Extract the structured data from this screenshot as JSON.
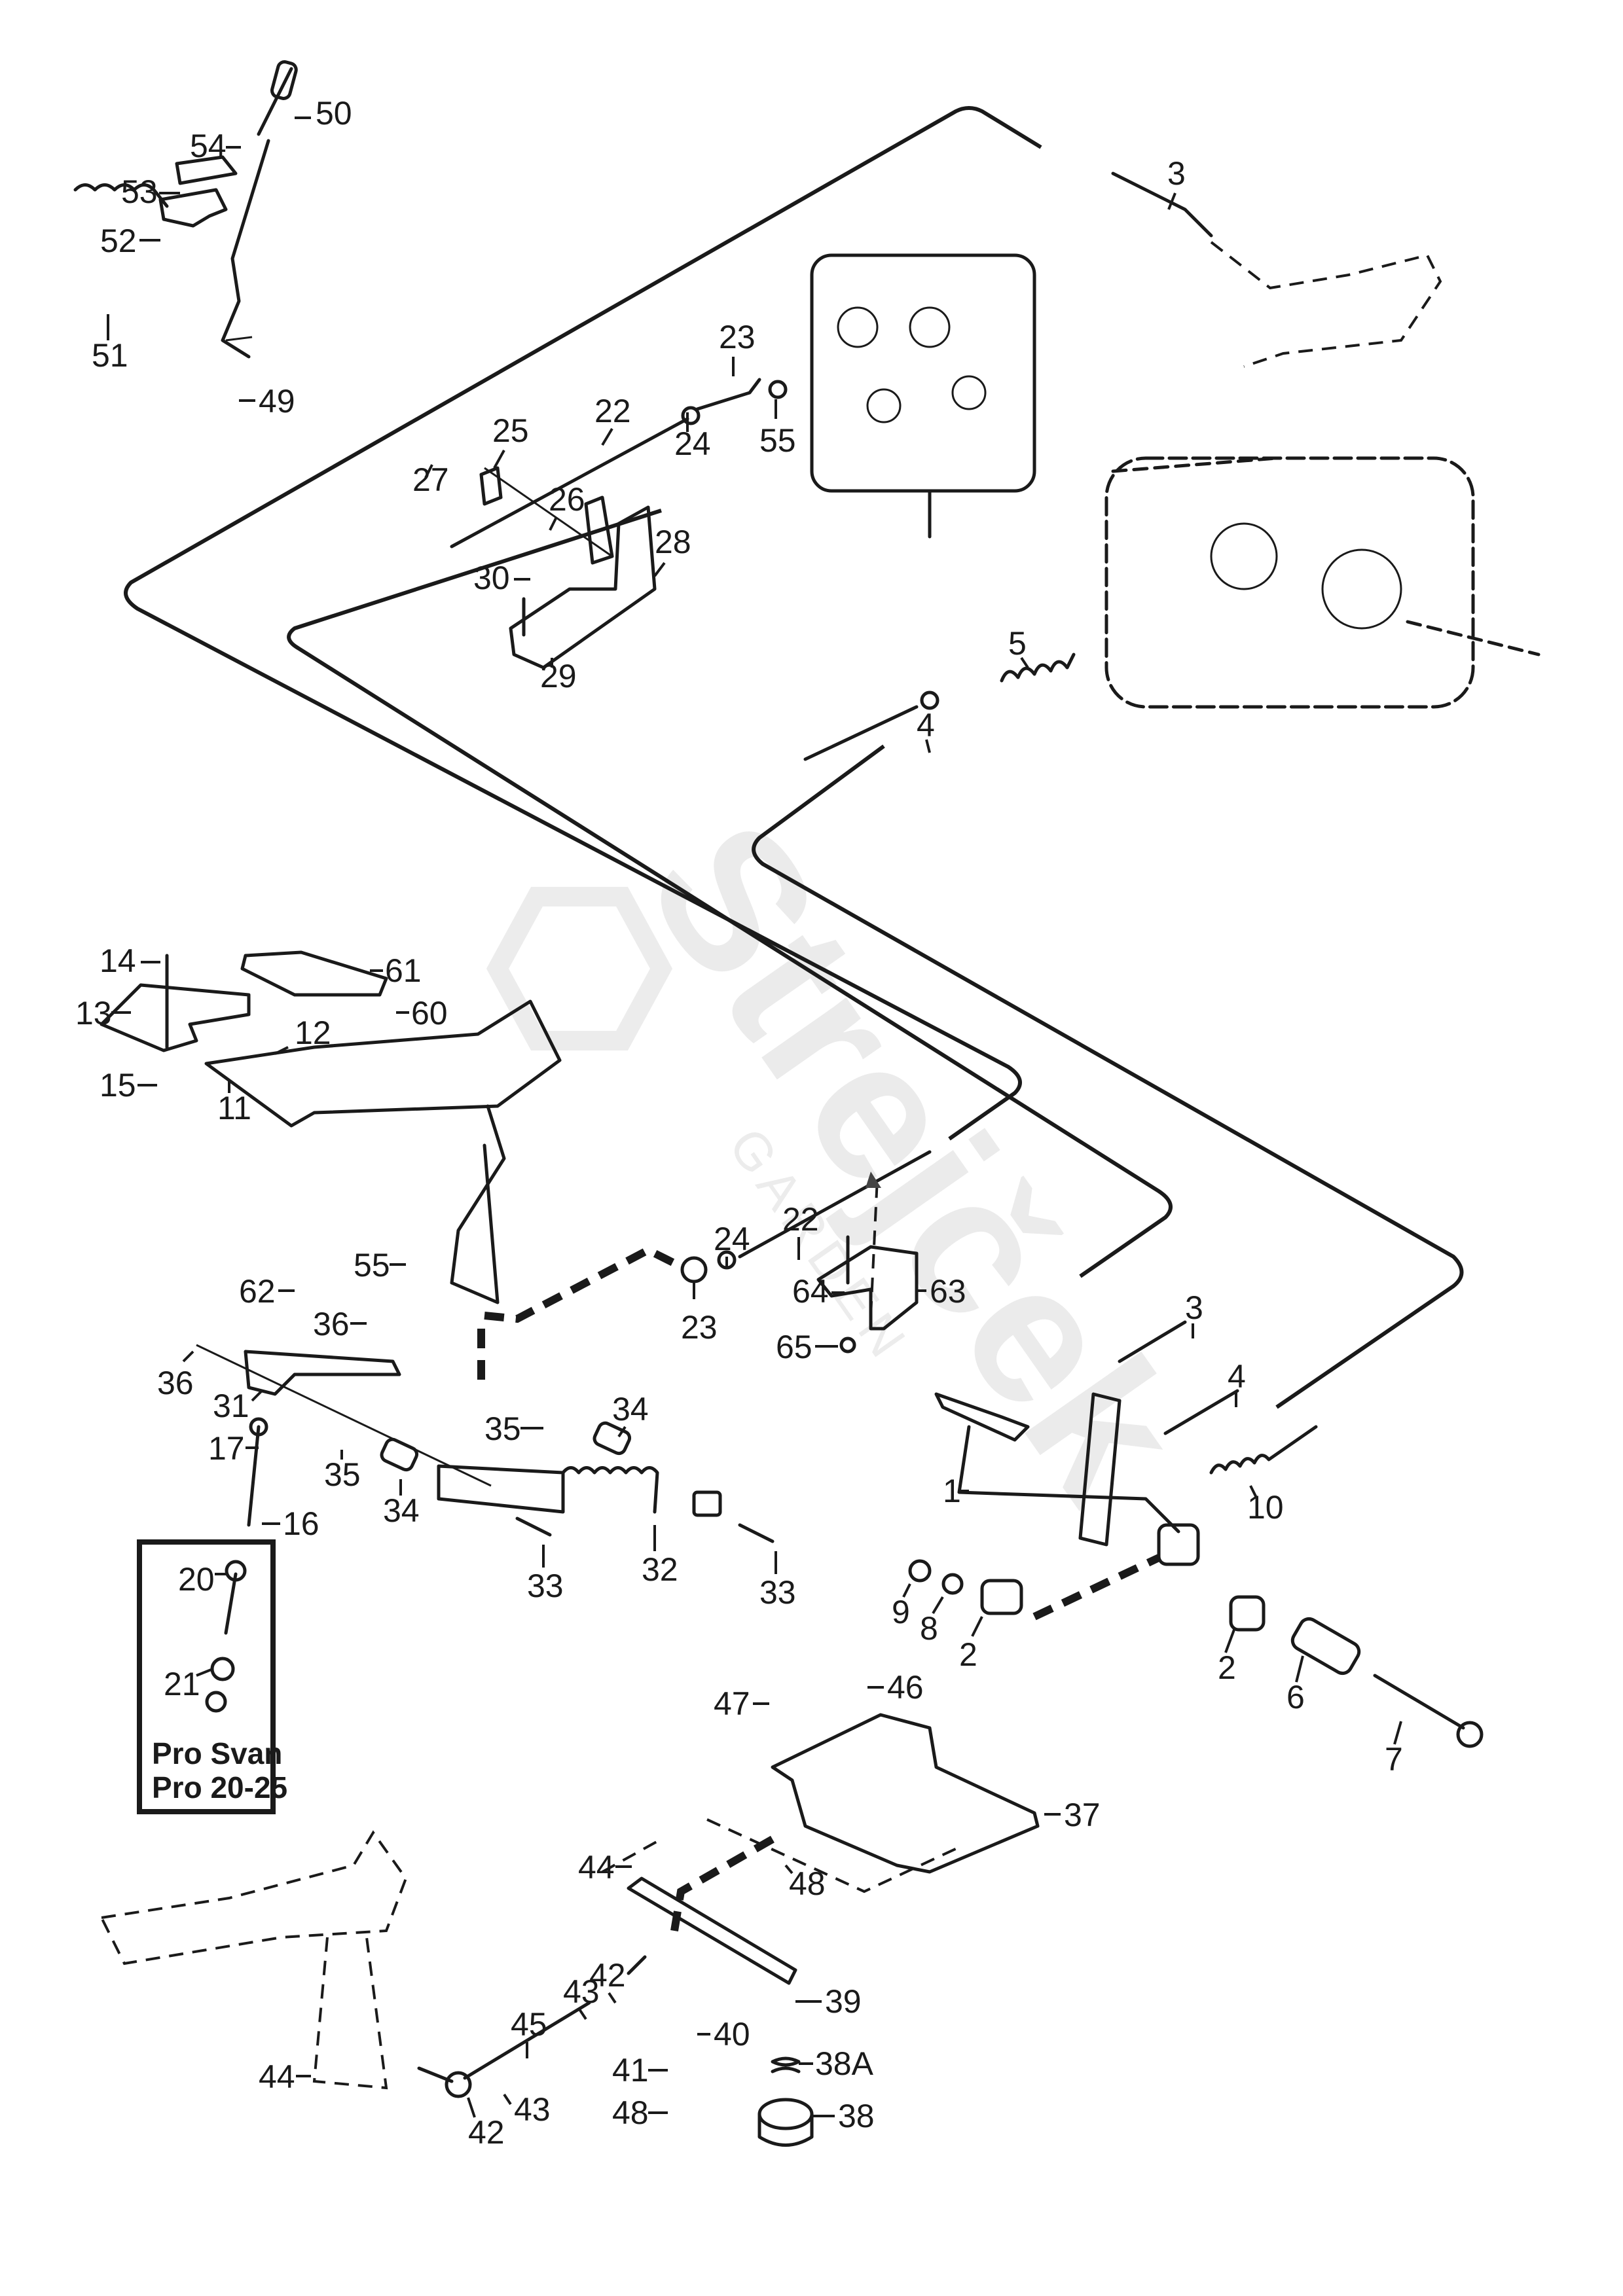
{
  "watermark": {
    "brand": "Strejček",
    "sub": "GARDEN"
  },
  "inset_box": {
    "line1": "Pro Svan",
    "line2": "Pro 20-25"
  },
  "callouts": [
    {
      "id": "c50",
      "text": "50"
    },
    {
      "id": "c54",
      "text": "54"
    },
    {
      "id": "c53",
      "text": "53"
    },
    {
      "id": "c52",
      "text": "52"
    },
    {
      "id": "c51",
      "text": "51"
    },
    {
      "id": "c49",
      "text": "49"
    },
    {
      "id": "c3a",
      "text": "3"
    },
    {
      "id": "c23a",
      "text": "23"
    },
    {
      "id": "c22a",
      "text": "22"
    },
    {
      "id": "c24a",
      "text": "24"
    },
    {
      "id": "c55a",
      "text": "55"
    },
    {
      "id": "c25",
      "text": "25"
    },
    {
      "id": "c27",
      "text": "27"
    },
    {
      "id": "c26",
      "text": "26"
    },
    {
      "id": "c28",
      "text": "28"
    },
    {
      "id": "c30",
      "text": "30"
    },
    {
      "id": "c29",
      "text": "29"
    },
    {
      "id": "c5",
      "text": "5"
    },
    {
      "id": "c4a",
      "text": "4"
    },
    {
      "id": "c14",
      "text": "14"
    },
    {
      "id": "c61",
      "text": "61"
    },
    {
      "id": "c13",
      "text": "13"
    },
    {
      "id": "c60",
      "text": "60"
    },
    {
      "id": "c12",
      "text": "12"
    },
    {
      "id": "c15",
      "text": "15"
    },
    {
      "id": "c11",
      "text": "11"
    },
    {
      "id": "c22b",
      "text": "22"
    },
    {
      "id": "c24b",
      "text": "24"
    },
    {
      "id": "c64",
      "text": "64"
    },
    {
      "id": "c55b",
      "text": "55"
    },
    {
      "id": "c62",
      "text": "62"
    },
    {
      "id": "c23b",
      "text": "23"
    },
    {
      "id": "c63",
      "text": "63"
    },
    {
      "id": "c36a",
      "text": "36"
    },
    {
      "id": "c65",
      "text": "65"
    },
    {
      "id": "c3b",
      "text": "3"
    },
    {
      "id": "c36b",
      "text": "36"
    },
    {
      "id": "c31",
      "text": "31"
    },
    {
      "id": "c35a",
      "text": "35"
    },
    {
      "id": "c34a",
      "text": "34"
    },
    {
      "id": "c4b",
      "text": "4"
    },
    {
      "id": "c17",
      "text": "17"
    },
    {
      "id": "c35b",
      "text": "35"
    },
    {
      "id": "c34b",
      "text": "34"
    },
    {
      "id": "c1",
      "text": "1"
    },
    {
      "id": "c10",
      "text": "10"
    },
    {
      "id": "c16",
      "text": "16"
    },
    {
      "id": "c33a",
      "text": "33"
    },
    {
      "id": "c32",
      "text": "32"
    },
    {
      "id": "c33b",
      "text": "33"
    },
    {
      "id": "c9",
      "text": "9"
    },
    {
      "id": "c8",
      "text": "8"
    },
    {
      "id": "c2a",
      "text": "2"
    },
    {
      "id": "c2b",
      "text": "2"
    },
    {
      "id": "c6",
      "text": "6"
    },
    {
      "id": "c7",
      "text": "7"
    },
    {
      "id": "c20",
      "text": "20"
    },
    {
      "id": "c21",
      "text": "21"
    },
    {
      "id": "c46",
      "text": "46"
    },
    {
      "id": "c47",
      "text": "47"
    },
    {
      "id": "c37",
      "text": "37"
    },
    {
      "id": "c44a",
      "text": "44"
    },
    {
      "id": "c48a",
      "text": "48"
    },
    {
      "id": "c42a",
      "text": "42"
    },
    {
      "id": "c39",
      "text": "39"
    },
    {
      "id": "c43a",
      "text": "43"
    },
    {
      "id": "c45",
      "text": "45"
    },
    {
      "id": "c40",
      "text": "40"
    },
    {
      "id": "c44b",
      "text": "44"
    },
    {
      "id": "c41",
      "text": "41"
    },
    {
      "id": "c38a",
      "text": "38A"
    },
    {
      "id": "c48b",
      "text": "48"
    },
    {
      "id": "c38",
      "text": "38"
    },
    {
      "id": "c43b",
      "text": "43"
    },
    {
      "id": "c42b",
      "text": "42"
    }
  ]
}
